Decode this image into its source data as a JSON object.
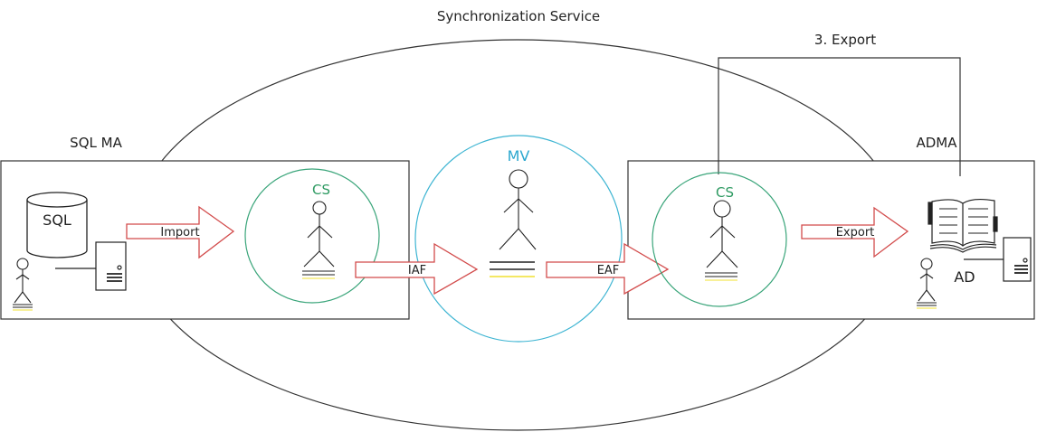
{
  "title": "Synchronization Service",
  "export_callout": "3. Export",
  "colors": {
    "line": "#333333",
    "cs_circle": "#3aa57a",
    "mv_circle": "#3cb4d2",
    "arrow": "#d24b4b",
    "cs_label": "#2e9a62",
    "mv_label": "#2aa7cf",
    "yellow_line": "#f0e030"
  },
  "sql_ma": {
    "label": "SQL MA",
    "database_label": "SQL",
    "cs_label": "CS",
    "import_arrow_label": "Import",
    "icons": [
      "database-icon",
      "server-icon",
      "person-icon"
    ]
  },
  "metaverse": {
    "label": "MV",
    "iaf_label": "IAF",
    "eaf_label": "EAF"
  },
  "ad_ma": {
    "label": "ADMA",
    "cs_label": "CS",
    "export_arrow_label": "Export",
    "directory_label": "AD",
    "icons": [
      "book-icon",
      "server-icon",
      "person-icon"
    ]
  }
}
